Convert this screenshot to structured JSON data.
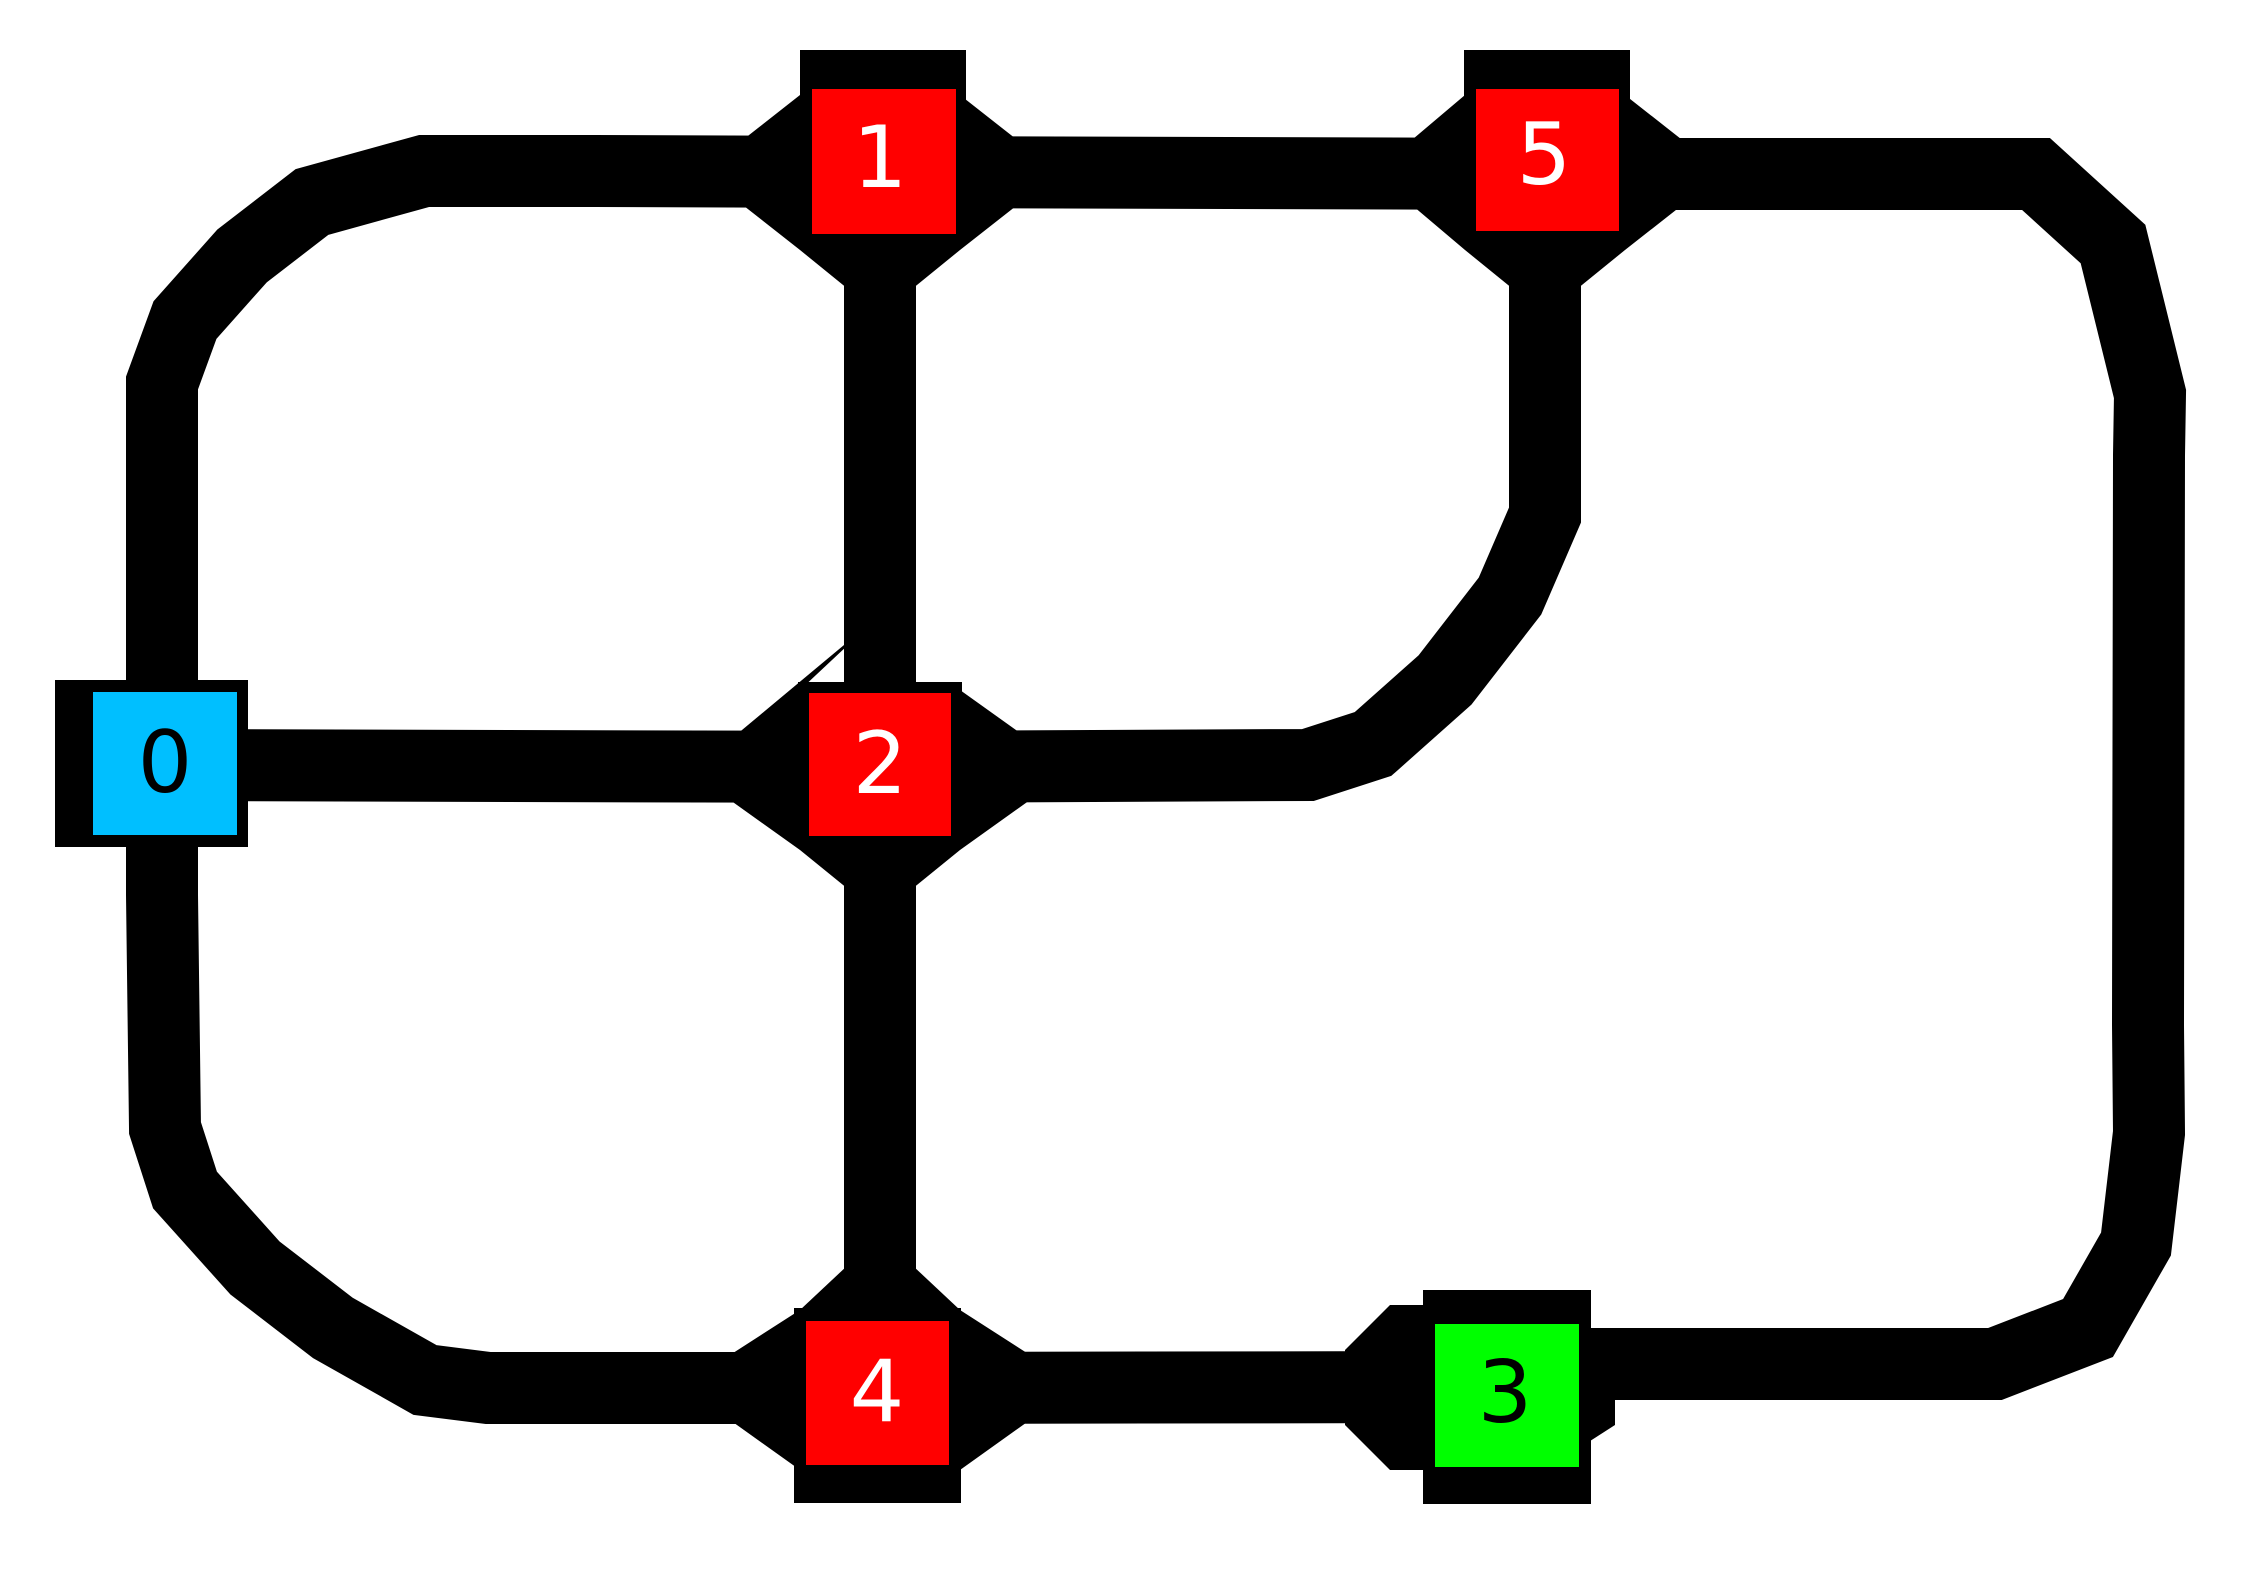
{
  "colors": {
    "background": "#ffffff",
    "edge": "#000000",
    "node_border": "#000000",
    "start_node": "#00bfff",
    "goal_node": "#00ff00",
    "default_node": "#ff0000",
    "label_light": "#ffffff",
    "label_dark": "#000000"
  },
  "nodes": [
    {
      "id": "node-0",
      "label": "0",
      "role": "start",
      "fill": "#00bfff",
      "label_color": "#000000"
    },
    {
      "id": "node-1",
      "label": "1",
      "role": "normal",
      "fill": "#ff0000",
      "label_color": "#ffffff"
    },
    {
      "id": "node-2",
      "label": "2",
      "role": "normal",
      "fill": "#ff0000",
      "label_color": "#ffffff"
    },
    {
      "id": "node-3",
      "label": "3",
      "role": "goal",
      "fill": "#00ff00",
      "label_color": "#000000"
    },
    {
      "id": "node-4",
      "label": "4",
      "role": "normal",
      "fill": "#ff0000",
      "label_color": "#ffffff"
    },
    {
      "id": "node-5",
      "label": "5",
      "role": "normal",
      "fill": "#ff0000",
      "label_color": "#ffffff"
    }
  ],
  "edges": [
    {
      "from": "0",
      "to": "1"
    },
    {
      "from": "0",
      "to": "2"
    },
    {
      "from": "0",
      "to": "4"
    },
    {
      "from": "1",
      "to": "2"
    },
    {
      "from": "1",
      "to": "5"
    },
    {
      "from": "2",
      "to": "4"
    },
    {
      "from": "2",
      "to": "5"
    },
    {
      "from": "4",
      "to": "3"
    },
    {
      "from": "5",
      "to": "3"
    }
  ]
}
